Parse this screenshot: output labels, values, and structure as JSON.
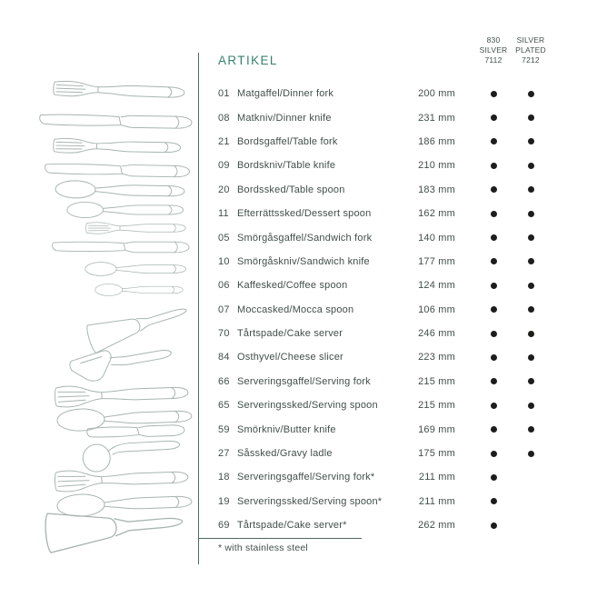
{
  "page": {
    "title": "ARTIKEL",
    "footnote": "* with stainless steel"
  },
  "columns": [
    {
      "name": "830 SILVER 7112",
      "lines": [
        "830",
        "SILVER",
        "7112"
      ]
    },
    {
      "name": "SILVER PLATED 7212",
      "lines": [
        "SILVER",
        "PLATED",
        "7212"
      ]
    }
  ],
  "rows": [
    {
      "num": "01",
      "name": "Matgaffel/Dinner fork",
      "length": "200 mm",
      "silver": true,
      "plated": true
    },
    {
      "num": "08",
      "name": "Matkniv/Dinner knife",
      "length": "231 mm",
      "silver": true,
      "plated": true
    },
    {
      "num": "21",
      "name": "Bordsgaffel/Table fork",
      "length": "186 mm",
      "silver": true,
      "plated": true
    },
    {
      "num": "09",
      "name": "Bordskniv/Table knife",
      "length": "210 mm",
      "silver": true,
      "plated": true
    },
    {
      "num": "20",
      "name": "Bordssked/Table spoon",
      "length": "183 mm",
      "silver": true,
      "plated": true
    },
    {
      "num": "11",
      "name": "Efterrättssked/Dessert spoon",
      "length": "162 mm",
      "silver": true,
      "plated": true
    },
    {
      "num": "05",
      "name": "Smörgåsgaffel/Sandwich fork",
      "length": "140 mm",
      "silver": true,
      "plated": true
    },
    {
      "num": "10",
      "name": "Smörgåskniv/Sandwich knife",
      "length": "177 mm",
      "silver": true,
      "plated": true
    },
    {
      "num": "06",
      "name": "Kaffesked/Coffee spoon",
      "length": "124 mm",
      "silver": true,
      "plated": true
    },
    {
      "num": "07",
      "name": "Moccasked/Mocca spoon",
      "length": "106 mm",
      "silver": true,
      "plated": true
    },
    {
      "num": "70",
      "name": "Tårtspade/Cake server",
      "length": "246 mm",
      "silver": true,
      "plated": true
    },
    {
      "num": "84",
      "name": "Osthyvel/Cheese slicer",
      "length": "223 mm",
      "silver": true,
      "plated": true
    },
    {
      "num": "66",
      "name": "Serveringsgaffel/Serving fork",
      "length": "215 mm",
      "silver": true,
      "plated": true
    },
    {
      "num": "65",
      "name": "Serveringssked/Serving spoon",
      "length": "215 mm",
      "silver": true,
      "plated": true
    },
    {
      "num": "59",
      "name": "Smörkniv/Butter knife",
      "length": "169 mm",
      "silver": true,
      "plated": true
    },
    {
      "num": "27",
      "name": "Såssked/Gravy ladle",
      "length": "175 mm",
      "silver": true,
      "plated": true
    },
    {
      "num": "18",
      "name": "Serveringsgaffel/Serving fork*",
      "length": "211 mm",
      "silver": true,
      "plated": false
    },
    {
      "num": "19",
      "name": "Serveringssked/Serving spoon*",
      "length": "211 mm",
      "silver": true,
      "plated": false
    },
    {
      "num": "69",
      "name": "Tårtspade/Cake server*",
      "length": "262 mm",
      "silver": true,
      "plated": false
    }
  ],
  "illustrations": [
    "dinner-fork",
    "dinner-knife",
    "table-fork",
    "table-knife",
    "table-spoon",
    "dessert-spoon",
    "sandwich-fork",
    "sandwich-knife",
    "coffee-spoon",
    "mocca-spoon",
    "cake-server",
    "cheese-slicer",
    "serving-fork",
    "serving-spoon",
    "butter-knife",
    "gravy-ladle",
    "serving-fork-steel",
    "serving-spoon-steel",
    "cake-server-steel"
  ],
  "colors": {
    "accent_teal": "#37806f",
    "text": "#414f4a",
    "dot": "#1d1d1b",
    "rule": "#50695f",
    "illustration_stroke": "#a9b5af",
    "background": "#ffffff"
  }
}
